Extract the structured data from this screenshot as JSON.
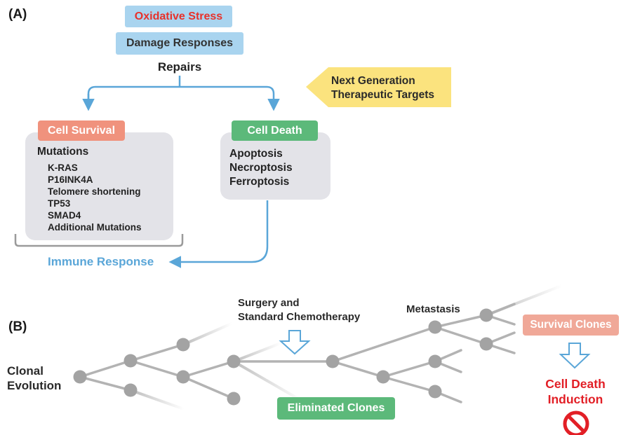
{
  "panel_a": {
    "label": "(A)",
    "oxidative_stress": "Oxidative Stress",
    "damage_responses": "Damage Responses",
    "repairs": "Repairs",
    "next_gen_line1": "Next Generation",
    "next_gen_line2": "Therapeutic Targets",
    "cell_survival": "Cell Survival",
    "cell_death": "Cell Death",
    "mutations_title": "Mutations",
    "mutations": [
      "K-RAS",
      "P16INK4A",
      "Telomere shortening",
      "TP53",
      "SMAD4",
      "Additional Mutations"
    ],
    "death_types": [
      "Apoptosis",
      "Necroptosis",
      "Ferroptosis"
    ],
    "immune_response": "Immune Response"
  },
  "panel_b": {
    "label": "(B)",
    "clonal_line1": "Clonal",
    "clonal_line2": "Evolution",
    "surgery_line1": "Surgery and",
    "surgery_line2": "Standard Chemotherapy",
    "metastasis": "Metastasis",
    "survival_clones": "Survival Clones",
    "eliminated_clones": "Eliminated Clones",
    "cell_death_line1": "Cell Death",
    "cell_death_line2": "Induction"
  },
  "colors": {
    "blue_box": "#a9d4ef",
    "arrow_blue": "#5aa6d8",
    "oxidative_red": "#e8312a",
    "survival_salmon": "#f0927d",
    "death_green": "#5cb97a",
    "yellow_tag": "#fbe37e",
    "gray_box": "#e3e3e8",
    "node_gray": "#a3a3a3",
    "prohibit_red": "#e21f26"
  },
  "icons": [
    "down-arrow-outline-icon",
    "prohibit-icon"
  ]
}
